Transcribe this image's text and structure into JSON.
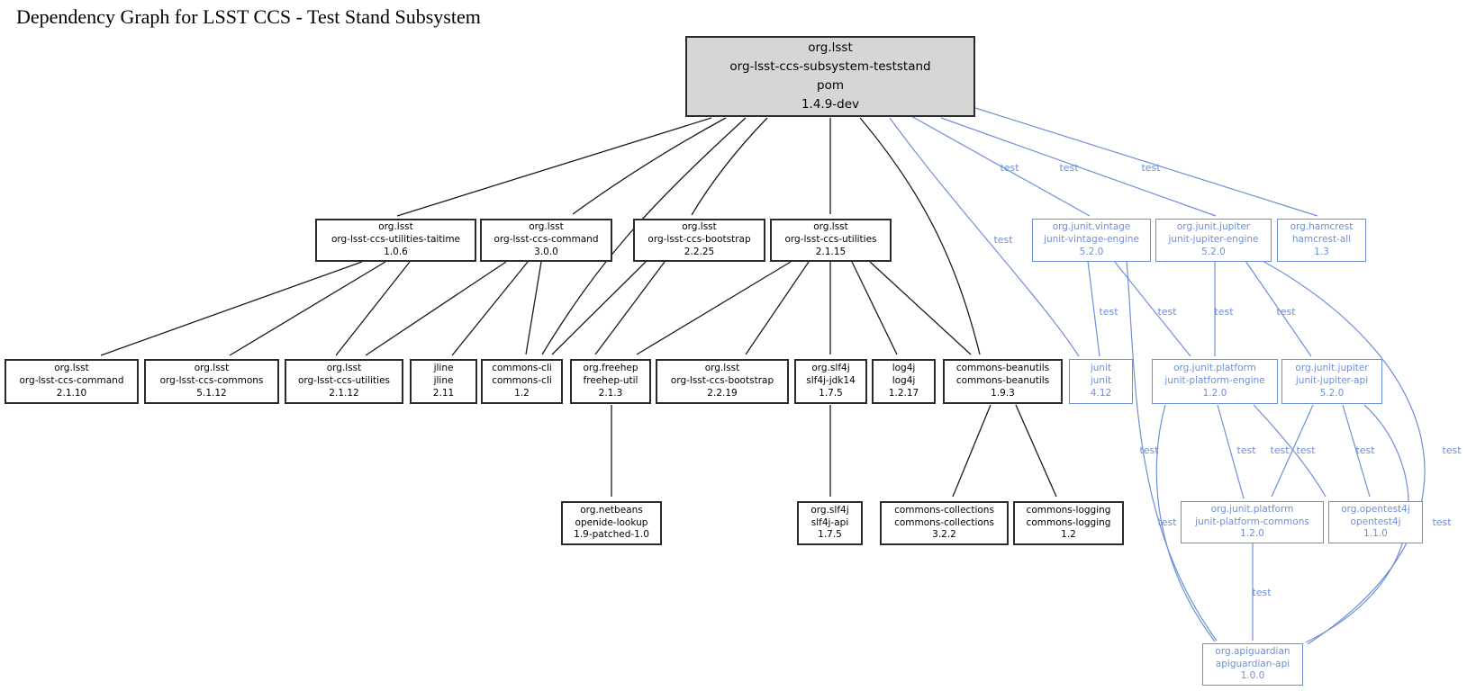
{
  "title": "Dependency Graph for LSST CCS - Test Stand Subsystem",
  "edge_label": "test",
  "colors": {
    "blue_accent": "#6d8fd6",
    "edge_black": "#1a1a1a",
    "root_fill": "#d6d6d6",
    "background": "#ffffff"
  },
  "nodes": {
    "root": {
      "group": "org.lsst",
      "artifact": "org-lsst-ccs-subsystem-teststand",
      "packaging": "pom",
      "version": "1.4.9-dev"
    },
    "taitime": {
      "group": "org.lsst",
      "artifact": "org-lsst-ccs-utilities-taitime",
      "version": "1.0.6"
    },
    "cmd300": {
      "group": "org.lsst",
      "artifact": "org-lsst-ccs-command",
      "version": "3.0.0"
    },
    "boot2225": {
      "group": "org.lsst",
      "artifact": "org-lsst-ccs-bootstrap",
      "version": "2.2.25"
    },
    "util2115": {
      "group": "org.lsst",
      "artifact": "org-lsst-ccs-utilities",
      "version": "2.1.15"
    },
    "vintage": {
      "group": "org.junit.vintage",
      "artifact": "junit-vintage-engine",
      "version": "5.2.0"
    },
    "jengine": {
      "group": "org.junit.jupiter",
      "artifact": "junit-jupiter-engine",
      "version": "5.2.0"
    },
    "hamcrest": {
      "group": "org.hamcrest",
      "artifact": "hamcrest-all",
      "version": "1.3"
    },
    "cmd2110": {
      "group": "org.lsst",
      "artifact": "org-lsst-ccs-command",
      "version": "2.1.10"
    },
    "commons5112": {
      "group": "org.lsst",
      "artifact": "org-lsst-ccs-commons",
      "version": "5.1.12"
    },
    "util2112": {
      "group": "org.lsst",
      "artifact": "org-lsst-ccs-utilities",
      "version": "2.1.12"
    },
    "jline": {
      "group": "jline",
      "artifact": "jline",
      "version": "2.11"
    },
    "cli": {
      "group": "commons-cli",
      "artifact": "commons-cli",
      "version": "1.2"
    },
    "freehep": {
      "group": "org.freehep",
      "artifact": "freehep-util",
      "version": "2.1.3"
    },
    "boot2219": {
      "group": "org.lsst",
      "artifact": "org-lsst-ccs-bootstrap",
      "version": "2.2.19"
    },
    "slf4jjdk": {
      "group": "org.slf4j",
      "artifact": "slf4j-jdk14",
      "version": "1.7.5"
    },
    "log4j": {
      "group": "log4j",
      "artifact": "log4j",
      "version": "1.2.17"
    },
    "beanutils": {
      "group": "commons-beanutils",
      "artifact": "commons-beanutils",
      "version": "1.9.3"
    },
    "junit": {
      "group": "junit",
      "artifact": "junit",
      "version": "4.12"
    },
    "pengine": {
      "group": "org.junit.platform",
      "artifact": "junit-platform-engine",
      "version": "1.2.0"
    },
    "japi": {
      "group": "org.junit.jupiter",
      "artifact": "junit-jupiter-api",
      "version": "5.2.0"
    },
    "netbeans": {
      "group": "org.netbeans",
      "artifact": "openide-lookup",
      "version": "1.9-patched-1.0"
    },
    "slf4japi": {
      "group": "org.slf4j",
      "artifact": "slf4j-api",
      "version": "1.7.5"
    },
    "collections": {
      "group": "commons-collections",
      "artifact": "commons-collections",
      "version": "3.2.2"
    },
    "logging": {
      "group": "commons-logging",
      "artifact": "commons-logging",
      "version": "1.2"
    },
    "pcommons": {
      "group": "org.junit.platform",
      "artifact": "junit-platform-commons",
      "version": "1.2.0"
    },
    "opentest": {
      "group": "org.opentest4j",
      "artifact": "opentest4j",
      "version": "1.1.0"
    },
    "apiguardian": {
      "group": "org.apiguardian",
      "artifact": "apiguardian-api",
      "version": "1.0.0"
    }
  },
  "edges": [
    {
      "from": "root",
      "to": "taitime"
    },
    {
      "from": "root",
      "to": "cmd300"
    },
    {
      "from": "root",
      "to": "boot2225"
    },
    {
      "from": "root",
      "to": "util2115"
    },
    {
      "from": "root",
      "to": "cli"
    },
    {
      "from": "root",
      "to": "beanutils"
    },
    {
      "from": "taitime",
      "to": "cmd2110"
    },
    {
      "from": "taitime",
      "to": "commons5112"
    },
    {
      "from": "taitime",
      "to": "util2112"
    },
    {
      "from": "cmd300",
      "to": "util2112"
    },
    {
      "from": "cmd300",
      "to": "jline"
    },
    {
      "from": "cmd300",
      "to": "cli"
    },
    {
      "from": "boot2225",
      "to": "cli"
    },
    {
      "from": "boot2225",
      "to": "freehep"
    },
    {
      "from": "util2115",
      "to": "freehep"
    },
    {
      "from": "util2115",
      "to": "boot2219"
    },
    {
      "from": "util2115",
      "to": "slf4jjdk"
    },
    {
      "from": "util2115",
      "to": "log4j"
    },
    {
      "from": "util2115",
      "to": "beanutils"
    },
    {
      "from": "freehep",
      "to": "netbeans"
    },
    {
      "from": "slf4jjdk",
      "to": "slf4japi"
    },
    {
      "from": "beanutils",
      "to": "collections"
    },
    {
      "from": "beanutils",
      "to": "logging"
    },
    {
      "from": "root",
      "to": "vintage",
      "scope": "test"
    },
    {
      "from": "root",
      "to": "jengine",
      "scope": "test"
    },
    {
      "from": "root",
      "to": "hamcrest",
      "scope": "test"
    },
    {
      "from": "root",
      "to": "junit",
      "scope": "test"
    },
    {
      "from": "vintage",
      "to": "junit",
      "scope": "test"
    },
    {
      "from": "vintage",
      "to": "pengine",
      "scope": "test"
    },
    {
      "from": "vintage",
      "to": "apiguardian",
      "scope": "test"
    },
    {
      "from": "jengine",
      "to": "pengine",
      "scope": "test"
    },
    {
      "from": "jengine",
      "to": "japi",
      "scope": "test"
    },
    {
      "from": "jengine",
      "to": "apiguardian",
      "scope": "test"
    },
    {
      "from": "pengine",
      "to": "pcommons",
      "scope": "test"
    },
    {
      "from": "pengine",
      "to": "opentest",
      "scope": "test"
    },
    {
      "from": "pengine",
      "to": "apiguardian",
      "scope": "test"
    },
    {
      "from": "japi",
      "to": "pcommons",
      "scope": "test"
    },
    {
      "from": "japi",
      "to": "opentest",
      "scope": "test"
    },
    {
      "from": "japi",
      "to": "apiguardian",
      "scope": "test"
    },
    {
      "from": "pcommons",
      "to": "apiguardian",
      "scope": "test"
    }
  ]
}
